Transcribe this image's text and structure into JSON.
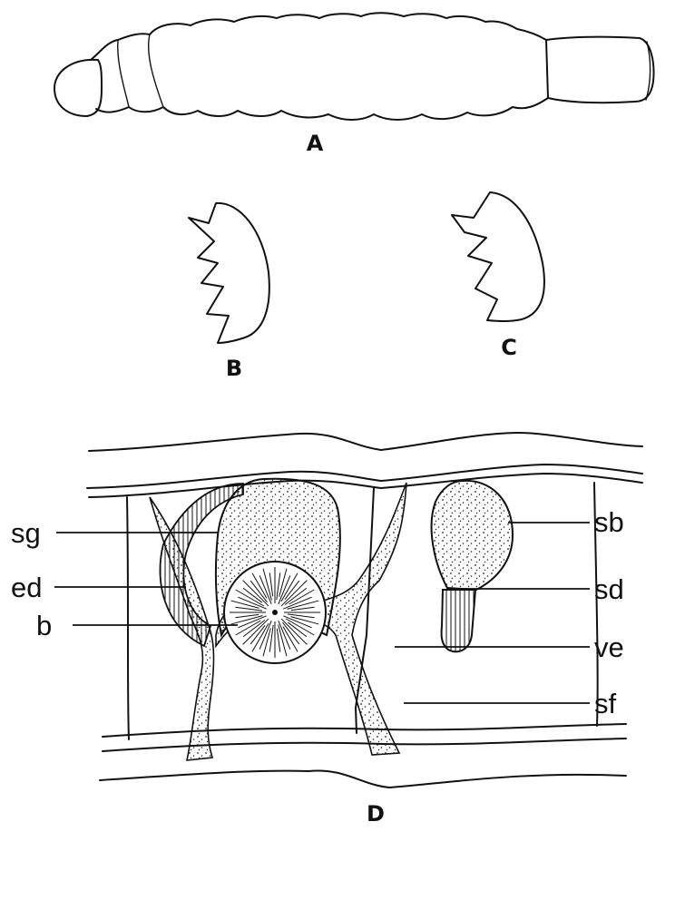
{
  "figures": {
    "A": "A",
    "B": "B",
    "C": "C",
    "D": "D"
  },
  "labels_left": [
    "sg",
    "ed",
    "b"
  ],
  "labels_right": [
    "sb",
    "sd",
    "ve",
    "sf"
  ]
}
